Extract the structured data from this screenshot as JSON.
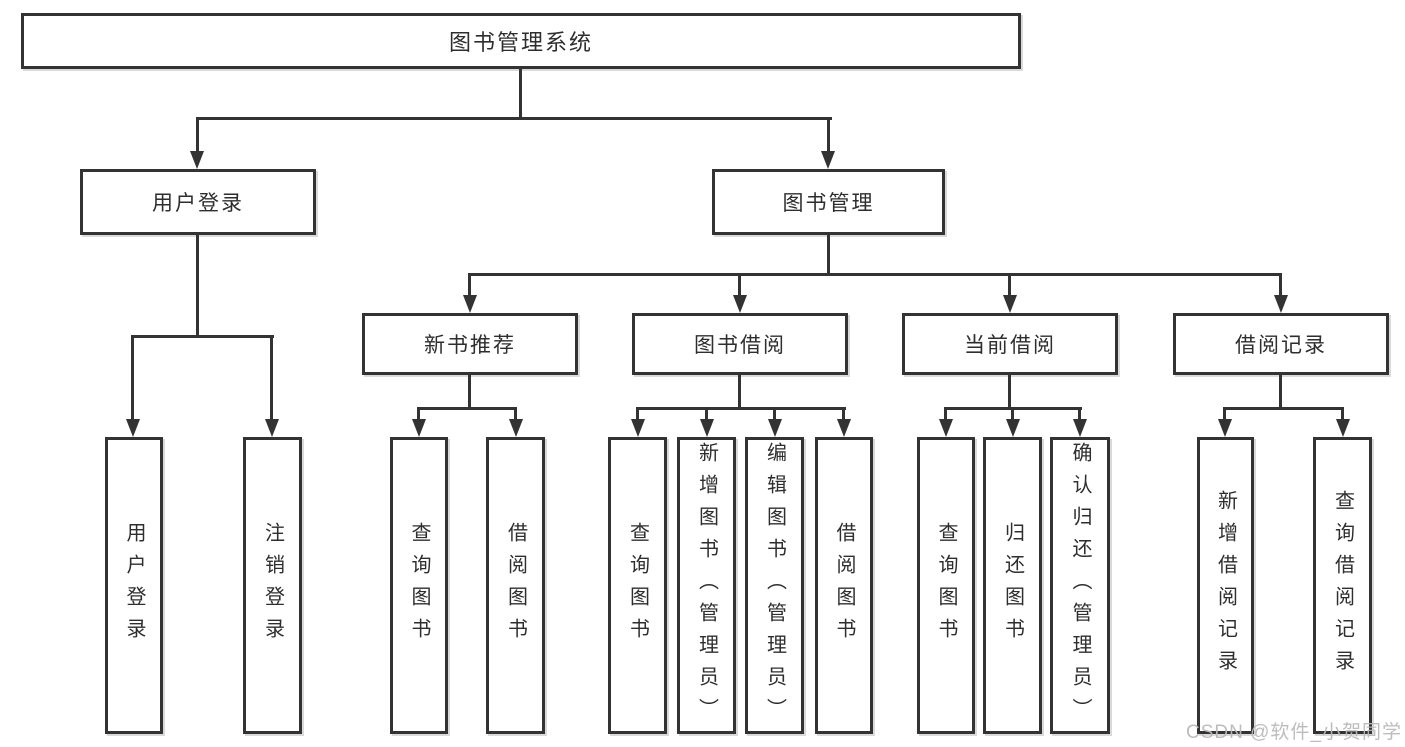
{
  "page": {
    "background": "#ffffff",
    "line_color": "#333333",
    "box_border_color": "#333333",
    "box_fill": "#ffffff",
    "text_color": "#2e2e2e",
    "watermark": {
      "text": "CSDN @软件_小贺同学",
      "color": "#b9b9b9"
    }
  },
  "nodes": {
    "root": {
      "label": "图书管理系统"
    },
    "user_login": {
      "label": "用户登录"
    },
    "book_mgmt": {
      "label": "图书管理"
    },
    "rec": {
      "label": "新书推荐"
    },
    "borrow": {
      "label": "图书借阅"
    },
    "current": {
      "label": "当前借阅"
    },
    "records": {
      "label": "借阅记录"
    },
    "leaf_login": {
      "label": "用户登录"
    },
    "leaf_logout": {
      "label": "注销登录"
    },
    "rec_query": {
      "label": "查询图书"
    },
    "rec_borrow": {
      "label": "借阅图书"
    },
    "bb_query": {
      "label": "查询图书"
    },
    "bb_add": {
      "label": "新增图书（管理员）"
    },
    "bb_edit": {
      "label": "编辑图书（管理员）"
    },
    "bb_borrow": {
      "label": "借阅图书"
    },
    "cb_query": {
      "label": "查询图书"
    },
    "cb_return": {
      "label": "归还图书"
    },
    "cb_confirm": {
      "label": "确认归还（管理员）"
    },
    "br_add": {
      "label": "新增借阅记录"
    },
    "br_query": {
      "label": "查询借阅记录"
    }
  },
  "hierarchy": {
    "图书管理系统": {
      "用户登录": [
        "用户登录",
        "注销登录"
      ],
      "图书管理": {
        "新书推荐": [
          "查询图书",
          "借阅图书"
        ],
        "图书借阅": [
          "查询图书",
          "新增图书（管理员）",
          "编辑图书（管理员）",
          "借阅图书"
        ],
        "当前借阅": [
          "查询图书",
          "归还图书",
          "确认归还（管理员）"
        ],
        "借阅记录": [
          "新增借阅记录",
          "查询借阅记录"
        ]
      }
    }
  }
}
